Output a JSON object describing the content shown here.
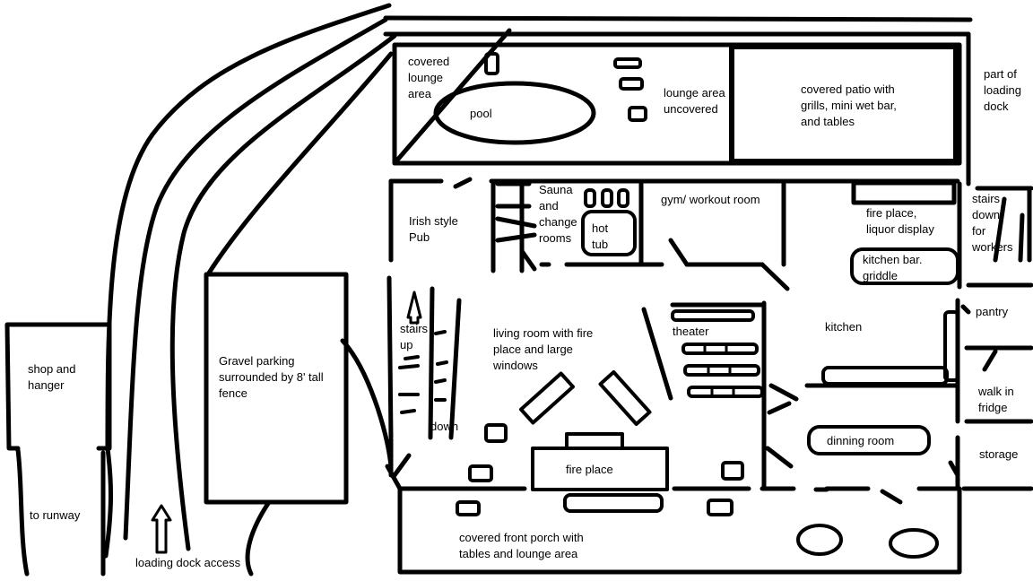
{
  "labels": {
    "covered_lounge": "covered\nlounge\narea",
    "pool": "pool",
    "lounge_uncovered": "lounge area\nuncovered",
    "covered_patio": "covered patio with\ngrills, mini wet bar,\nand tables",
    "loading_dock_part": "part of\nloading\ndock",
    "irish_pub": "Irish style\nPub",
    "sauna": "Sauna\nand\nchange\nrooms",
    "hot_tub": "hot\ntub",
    "gym": "gym/ workout room",
    "fire_place_liquor": "fire place,\nliquor display",
    "stairs_workers": "stairs\ndown\nfor\nworkers",
    "kitchen_bar": "kitchen bar.\ngriddle",
    "pantry": "pantry",
    "kitchen": "kitchen",
    "theater": "theater",
    "living_room": "living room with fire\nplace and large\nwindows",
    "stairs_up": "stairs\nup",
    "down": "down",
    "walk_in": "walk in\nfridge",
    "dining": "dinning room",
    "storage": "storage",
    "fire_place": "fire place",
    "front_porch": "covered front porch with\ntables and lounge area",
    "shop": "shop and\nhanger",
    "gravel": "Gravel parking\nsurrounded by 8' tall\nfence",
    "runway": "to runway",
    "loading_access": "loading dock access"
  }
}
